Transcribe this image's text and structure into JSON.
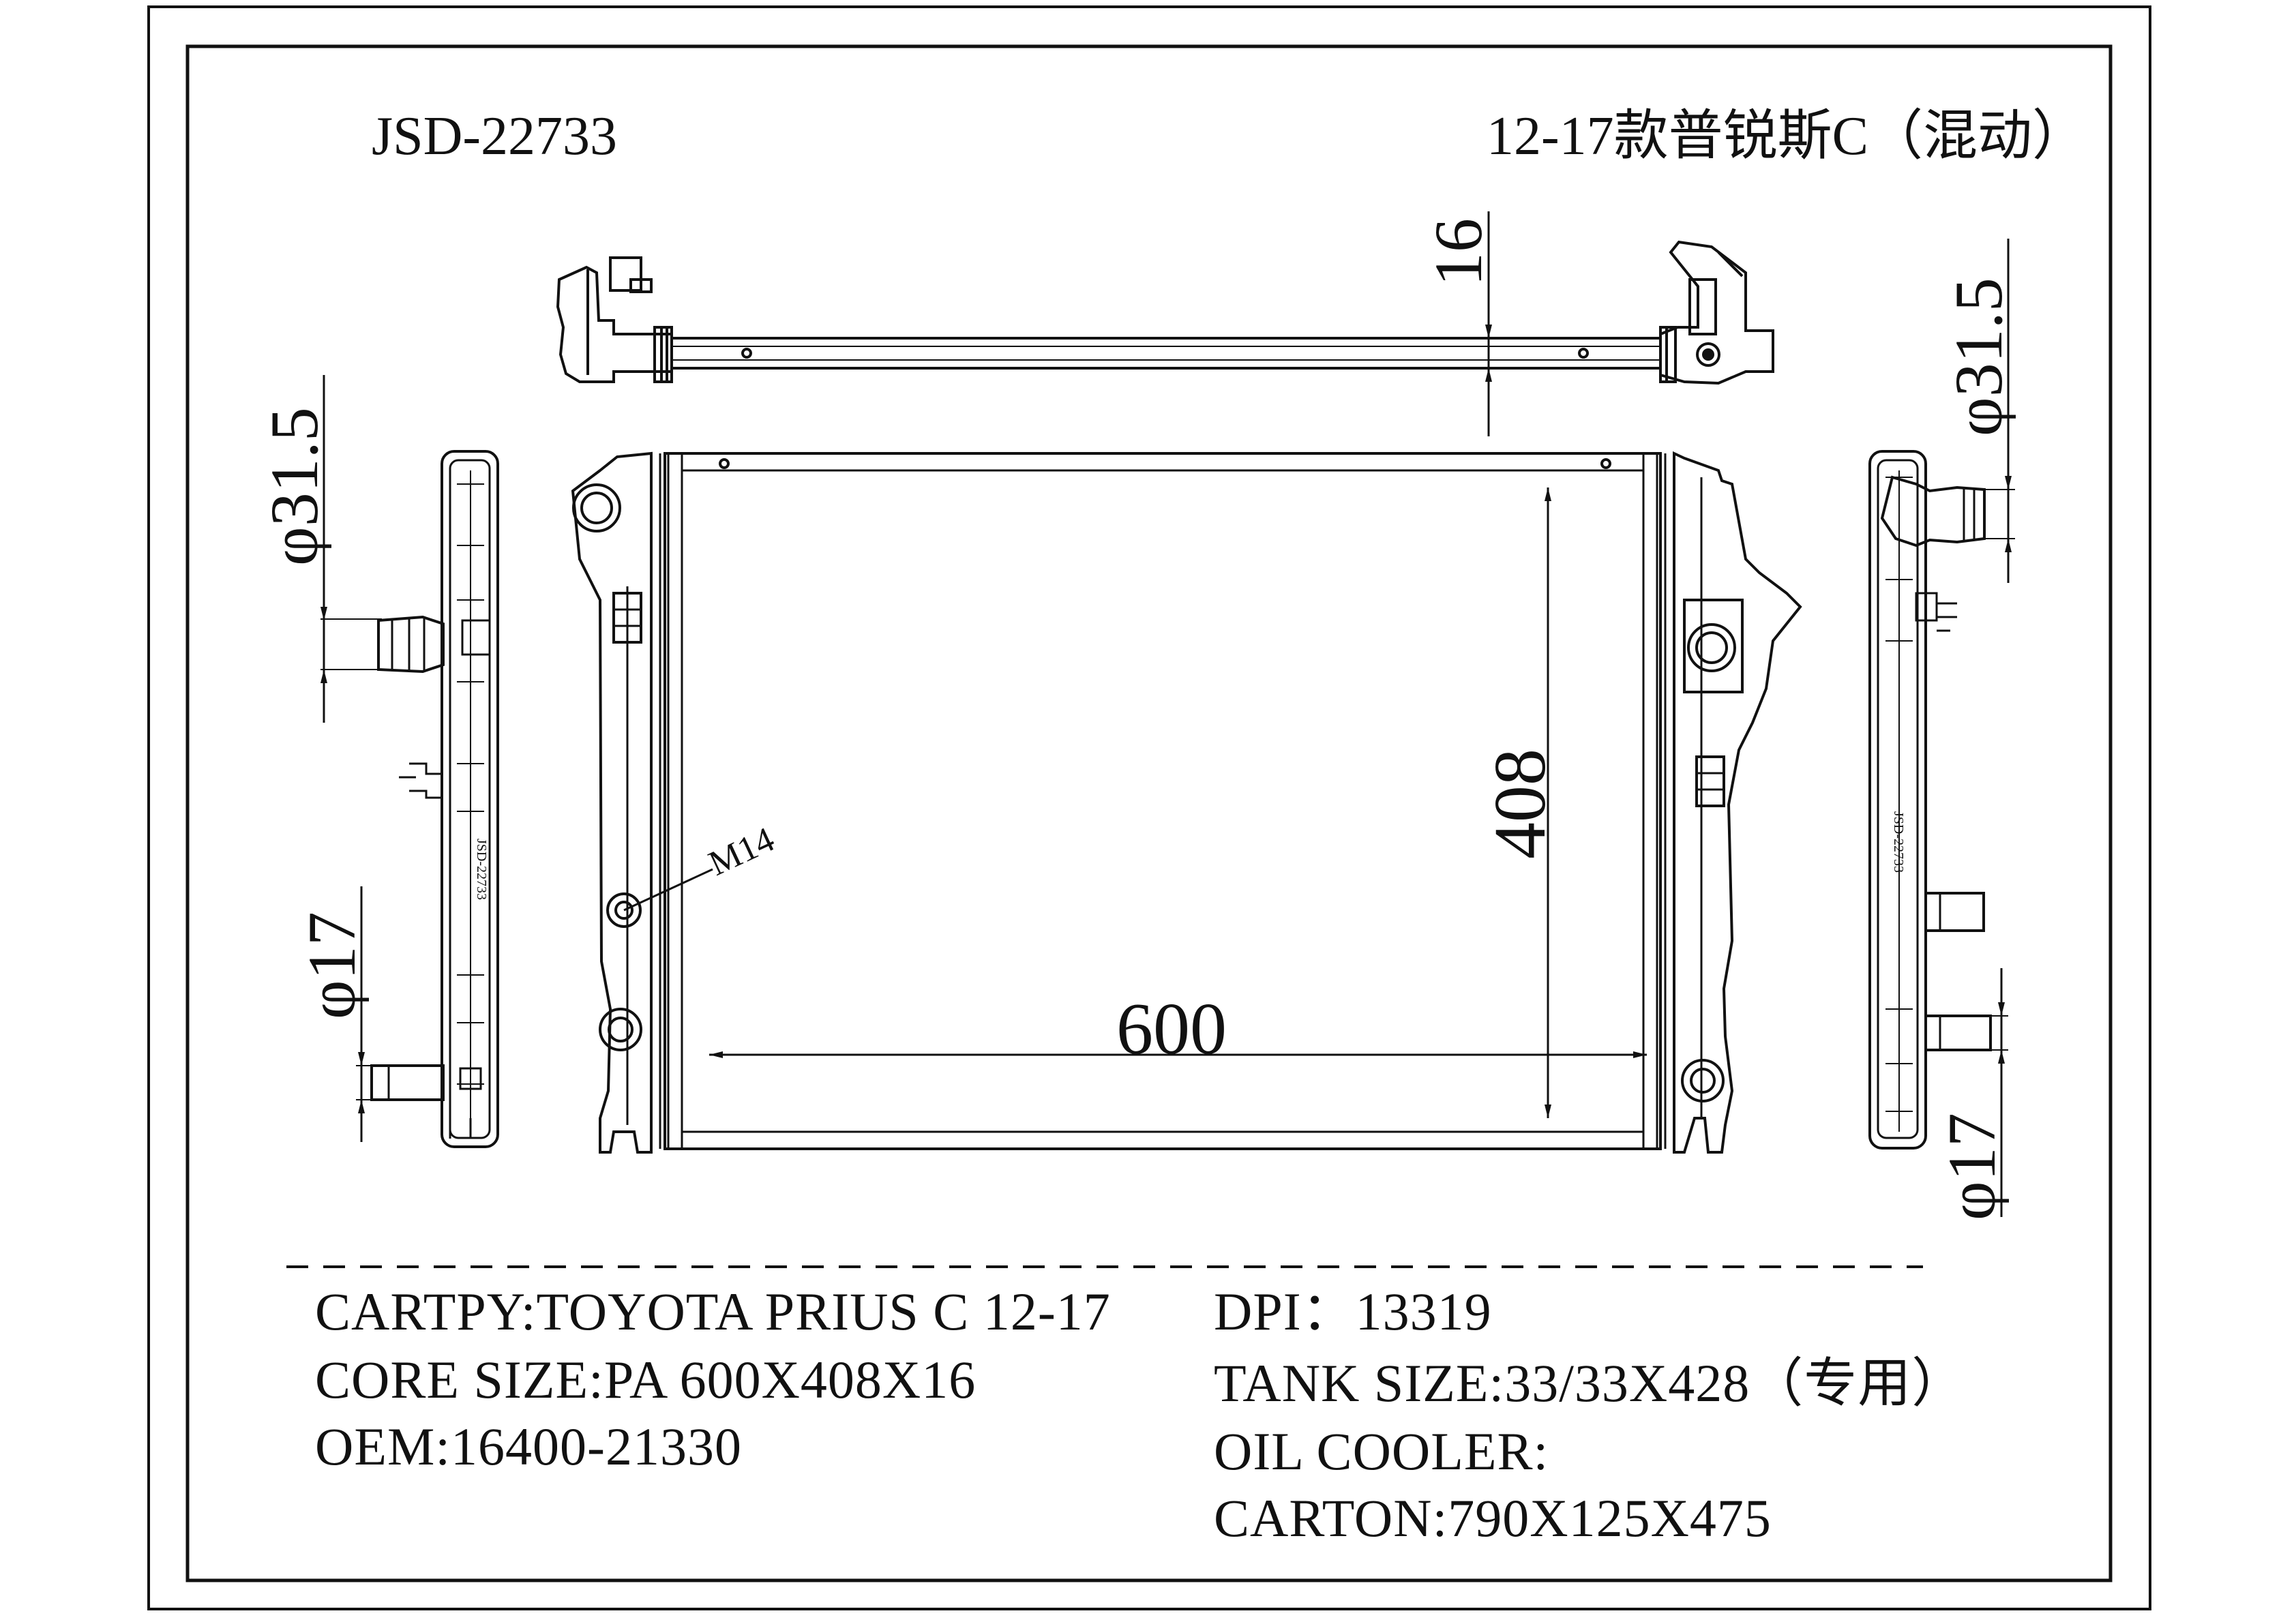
{
  "header": {
    "model_code": "JSD-22733",
    "vehicle": "12-17款普锐斯C（混动）"
  },
  "dimensions": {
    "width": "600",
    "height": "408",
    "core_thickness": "16",
    "inlet_diameter_left": "φ31.5",
    "outlet_diameter_left": "φ17",
    "inlet_diameter_right": "φ31.5",
    "outlet_diameter_right": "φ17",
    "drain_thread": "M14"
  },
  "specs_left": {
    "cartpy": "CARTPY:TOYOTA PRIUS C 12-17",
    "core_size": "CORE SIZE:PA 600X408X16",
    "oem": "OEM:16400-21330"
  },
  "specs_right": {
    "dpi": "DPI：13319",
    "tank_size": "TANK SIZE:33/33X428（专用）",
    "oil_cooler": "OIL COOLER:",
    "carton": "CARTON:790X125X475"
  },
  "tank_marking": "JSD-22733"
}
